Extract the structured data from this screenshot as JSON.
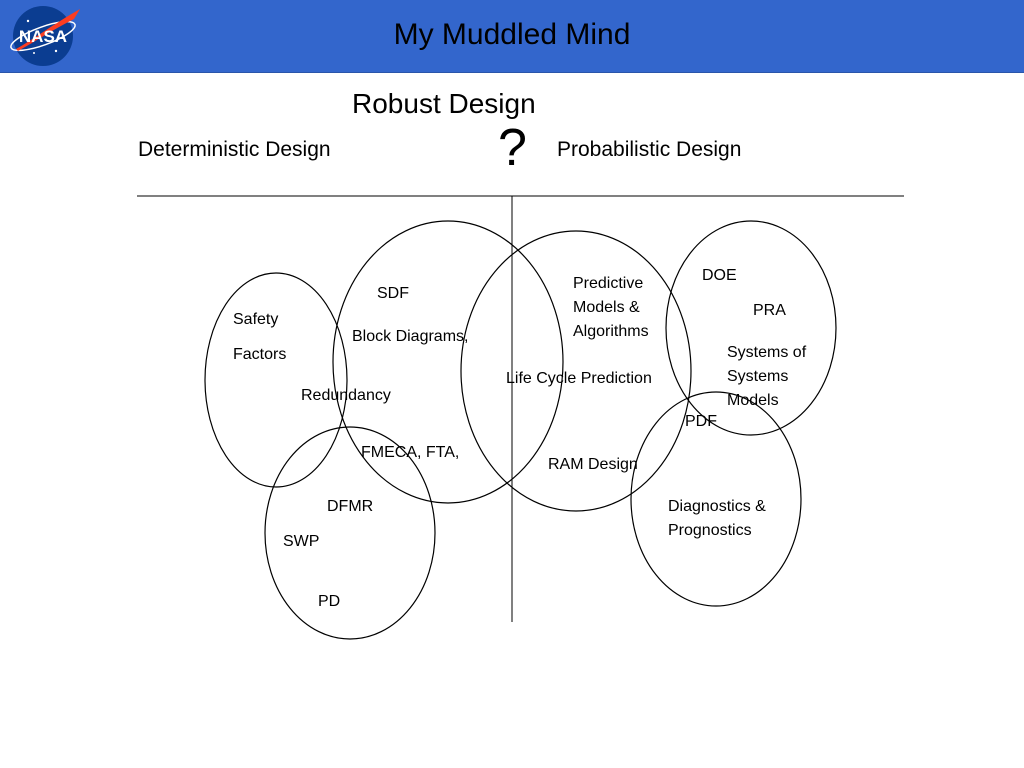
{
  "header": {
    "title": "My Muddled Mind",
    "logo_text": "NASA",
    "background_color": "#3366cc"
  },
  "slide": {
    "title": "Robust Design",
    "question_mark": "?",
    "left_heading": "Deterministic Design",
    "right_heading": "Probabilistic Design"
  },
  "labels": {
    "sdf": "SDF",
    "safety": "Safety",
    "factors": "Factors",
    "block_diagrams": "Block Diagrams,",
    "redundancy": "Redundancy",
    "fmeca_fta": "FMECA, FTA,",
    "dfmr": "DFMR",
    "swp": "SWP",
    "pd": "PD",
    "predictive_1": "Predictive",
    "predictive_2": "Models &",
    "predictive_3": "Algorithms",
    "life_cycle_prediction": "Life Cycle Prediction",
    "ram_design": "RAM Design",
    "doe": "DOE",
    "pra": "PRA",
    "sos_1": "Systems of",
    "sos_2": "Systems",
    "sos_3": "Models",
    "pdf": "PDF",
    "diag_1": "Diagnostics &",
    "diag_2": "Prognostics"
  }
}
